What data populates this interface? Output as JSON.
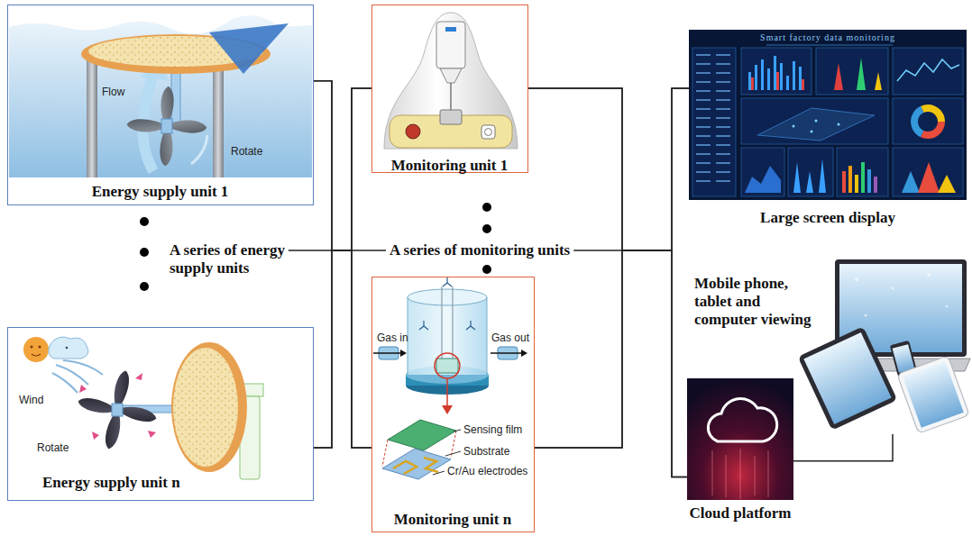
{
  "diagram": {
    "nodes": [
      {
        "text": [
          "Flow",
          "Rotate",
          "Energy supply unit 1"
        ]
      },
      {
        "text": [
          "Wind",
          "Rotate",
          "Energy supply unit n"
        ]
      },
      {
        "text": [
          "Monitoring unit 1"
        ]
      },
      {
        "text": [
          "Gas in",
          "Gas out",
          "Sensing film",
          "Substrate",
          "Cr/Au electrodes",
          "Monitoring unit n"
        ]
      },
      {
        "text": [
          "Smart factory data monitoring",
          "Large screen display"
        ]
      },
      {
        "text": [
          "Mobile phone, tablet and computer viewing"
        ]
      },
      {
        "text": [
          "Cloud platform"
        ]
      }
    ],
    "edges": [
      {
        "from": 0,
        "to": 2,
        "arrow": "none"
      },
      {
        "from": 0,
        "to": 3,
        "arrow": "none"
      },
      {
        "from": 1,
        "to": 2,
        "arrow": "none"
      },
      {
        "from": 1,
        "to": 3,
        "arrow": "none"
      },
      {
        "from": 2,
        "to": 4,
        "arrow": "none"
      },
      {
        "from": 2,
        "to": 6,
        "arrow": "none"
      },
      {
        "from": 3,
        "to": 4,
        "arrow": "none"
      },
      {
        "from": 3,
        "to": 6,
        "arrow": "none"
      },
      {
        "from": 6,
        "to": 5,
        "arrow": "none"
      }
    ],
    "labels": [
      "A series of energy supply units",
      "A series of monitoring units"
    ]
  }
}
